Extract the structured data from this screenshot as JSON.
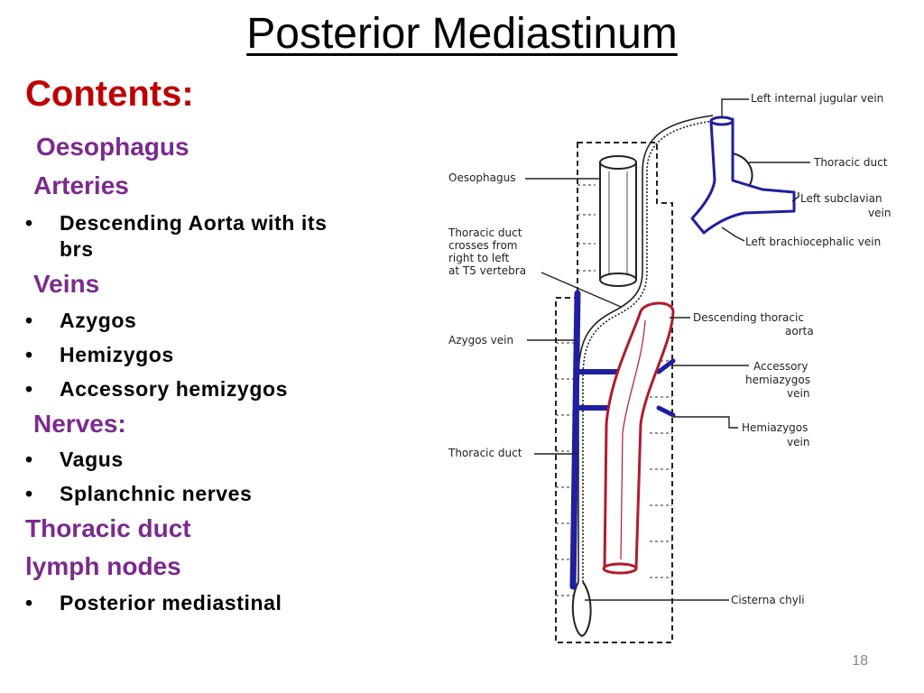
{
  "slide": {
    "title": "Posterior Mediastinum",
    "contents_heading": "Contents:",
    "page_number": "18"
  },
  "list": {
    "oesophagus": "Oesophagus",
    "arteries": "Arteries",
    "aorta_line1": "Descending Aorta with its",
    "aorta_line2": "brs",
    "veins": "Veins",
    "azygos": "Azygos",
    "hemizygos": "Hemizygos",
    "accessory_hemizygos": "Accessory  hemizygos",
    "nerves": "Nerves:",
    "vagus": "Vagus",
    "splanchnic": "Splanchnic nerves",
    "thoracic_duct": "Thoracic duct",
    "lymph_nodes": "lymph nodes",
    "posterior_mediastinal": "Posterior  mediastinal",
    "bullet_char": "•"
  },
  "diagram": {
    "labels": {
      "left_ijv": "Left internal jugular vein",
      "thoracic_duct_top": "Thoracic duct",
      "left_subclavian_1": "Left  subclavian",
      "left_subclavian_2": "vein",
      "left_brachio": "Left brachiocephalic vein",
      "oesophagus": "Oesophagus",
      "cross_1": "Thoracic duct",
      "cross_2": "crosses from",
      "cross_3": "right to left",
      "cross_4": "at T5 vertebra",
      "desc_aorta_1": "Descending thoracic",
      "desc_aorta_2": "aorta",
      "azygos": "Azygos vein",
      "acc_hemi_1": "Accessory",
      "acc_hemi_2": "hemiazygos",
      "acc_hemi_3": "vein",
      "hemi_1": "Hemiazygos",
      "hemi_2": "vein",
      "thoracic_duct": "Thoracic duct",
      "cisterna": "Cisterna chyli"
    },
    "colors": {
      "vein": "#1f1fa0",
      "aorta": "#b01c2e",
      "line": "#222222"
    }
  }
}
